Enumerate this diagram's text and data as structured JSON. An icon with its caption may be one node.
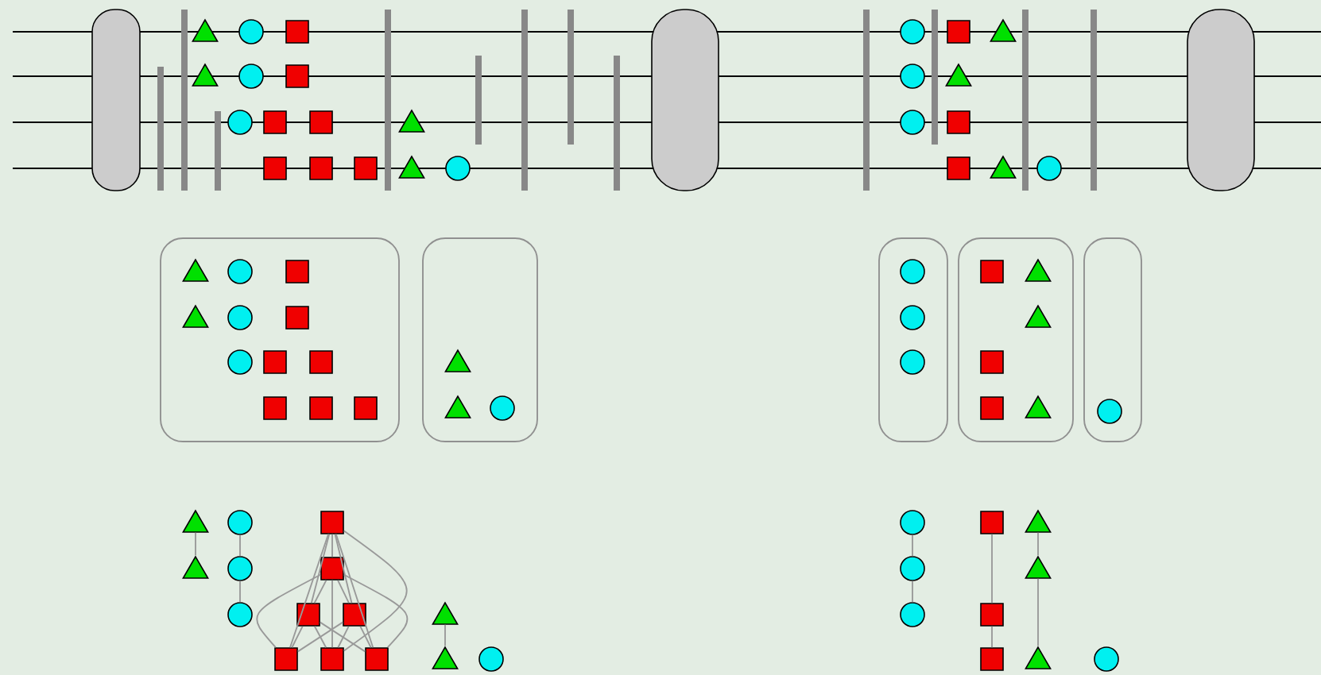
{
  "diagram": {
    "nodes": [
      {
        "text": [],
        "shape": "capsule"
      },
      {
        "text": [],
        "shape": "bar"
      },
      {
        "text": [],
        "shape": "bar"
      },
      {
        "text": [],
        "shape": "bar"
      },
      {
        "text": [],
        "shape": "bar"
      },
      {
        "text": [],
        "shape": "bar"
      },
      {
        "text": [],
        "shape": "bar"
      },
      {
        "text": [],
        "shape": "bar"
      },
      {
        "text": [],
        "shape": "bar"
      },
      {
        "text": [],
        "shape": "capsule"
      },
      {
        "text": [],
        "shape": "bar"
      },
      {
        "text": [],
        "shape": "bar"
      },
      {
        "text": [],
        "shape": "bar"
      },
      {
        "text": [],
        "shape": "bar"
      },
      {
        "text": [],
        "shape": "capsule"
      },
      {
        "text": [],
        "shape": "triangle"
      },
      {
        "text": [],
        "shape": "circle"
      },
      {
        "text": [],
        "shape": "square"
      },
      {
        "text": [],
        "shape": "circle"
      },
      {
        "text": [],
        "shape": "square"
      },
      {
        "text": [],
        "shape": "triangle"
      },
      {
        "text": [],
        "shape": "triangle"
      },
      {
        "text": [],
        "shape": "circle"
      },
      {
        "text": [],
        "shape": "square"
      },
      {
        "text": [],
        "shape": "circle"
      },
      {
        "text": [],
        "shape": "triangle"
      },
      {
        "text": [],
        "shape": "circle"
      },
      {
        "text": [],
        "shape": "square"
      },
      {
        "text": [],
        "shape": "square"
      },
      {
        "text": [],
        "shape": "triangle"
      },
      {
        "text": [],
        "shape": "circle"
      },
      {
        "text": [],
        "shape": "square"
      },
      {
        "text": [],
        "shape": "square"
      },
      {
        "text": [],
        "shape": "square"
      },
      {
        "text": [],
        "shape": "square"
      },
      {
        "text": [],
        "shape": "triangle"
      },
      {
        "text": [],
        "shape": "circle"
      },
      {
        "text": [],
        "shape": "square"
      },
      {
        "text": [],
        "shape": "triangle"
      },
      {
        "text": [],
        "shape": "circle"
      },
      {
        "text": [],
        "shape": "rounded-box"
      },
      {
        "text": [],
        "shape": "triangle",
        "in": 40
      },
      {
        "text": [],
        "shape": "circle",
        "in": 40
      },
      {
        "text": [],
        "shape": "square",
        "in": 40
      },
      {
        "text": [],
        "shape": "triangle",
        "in": 40
      },
      {
        "text": [],
        "shape": "circle",
        "in": 40
      },
      {
        "text": [],
        "shape": "square",
        "in": 40
      },
      {
        "text": [],
        "shape": "circle",
        "in": 40
      },
      {
        "text": [],
        "shape": "square",
        "in": 40
      },
      {
        "text": [],
        "shape": "square",
        "in": 40
      },
      {
        "text": [],
        "shape": "square",
        "in": 40
      },
      {
        "text": [],
        "shape": "square",
        "in": 40
      },
      {
        "text": [],
        "shape": "square",
        "in": 40
      },
      {
        "text": [],
        "shape": "rounded-box"
      },
      {
        "text": [],
        "shape": "triangle",
        "in": 53
      },
      {
        "text": [],
        "shape": "triangle",
        "in": 53
      },
      {
        "text": [],
        "shape": "circle",
        "in": 53
      },
      {
        "text": [],
        "shape": "rounded-box"
      },
      {
        "text": [],
        "shape": "circle",
        "in": 57
      },
      {
        "text": [],
        "shape": "circle",
        "in": 57
      },
      {
        "text": [],
        "shape": "circle",
        "in": 57
      },
      {
        "text": [],
        "shape": "rounded-box"
      },
      {
        "text": [],
        "shape": "square",
        "in": 61
      },
      {
        "text": [],
        "shape": "triangle",
        "in": 61
      },
      {
        "text": [],
        "shape": "triangle",
        "in": 61
      },
      {
        "text": [],
        "shape": "square",
        "in": 61
      },
      {
        "text": [],
        "shape": "square",
        "in": 61
      },
      {
        "text": [],
        "shape": "triangle",
        "in": 61
      },
      {
        "text": [],
        "shape": "rounded-box"
      },
      {
        "text": [],
        "shape": "circle",
        "in": 68
      },
      {
        "text": [],
        "shape": "triangle"
      },
      {
        "text": [],
        "shape": "circle"
      },
      {
        "text": [],
        "shape": "square"
      },
      {
        "text": [],
        "shape": "triangle"
      },
      {
        "text": [],
        "shape": "circle"
      },
      {
        "text": [],
        "shape": "square"
      },
      {
        "text": [],
        "shape": "circle"
      },
      {
        "text": [],
        "shape": "square"
      },
      {
        "text": [],
        "shape": "square"
      },
      {
        "text": [],
        "shape": "triangle"
      },
      {
        "text": [],
        "shape": "square"
      },
      {
        "text": [],
        "shape": "square"
      },
      {
        "text": [],
        "shape": "square"
      },
      {
        "text": [],
        "shape": "triangle"
      },
      {
        "text": [],
        "shape": "circle"
      },
      {
        "text": [],
        "shape": "circle"
      },
      {
        "text": [],
        "shape": "square"
      },
      {
        "text": [],
        "shape": "triangle"
      },
      {
        "text": [],
        "shape": "circle"
      },
      {
        "text": [],
        "shape": "triangle"
      },
      {
        "text": [],
        "shape": "circle"
      },
      {
        "text": [],
        "shape": "square"
      },
      {
        "text": [],
        "shape": "square"
      },
      {
        "text": [],
        "shape": "triangle"
      },
      {
        "text": [],
        "shape": "circle"
      }
    ],
    "edges": [
      {
        "from": 70,
        "to": 73,
        "arrow": "none"
      },
      {
        "from": 71,
        "to": 74,
        "arrow": "none"
      },
      {
        "from": 74,
        "to": 76,
        "arrow": "none"
      },
      {
        "from": 72,
        "to": 75,
        "arrow": "none"
      },
      {
        "from": 72,
        "to": 77,
        "arrow": "none"
      },
      {
        "from": 72,
        "to": 78,
        "arrow": "none"
      },
      {
        "from": 72,
        "to": 80,
        "arrow": "none"
      },
      {
        "from": 72,
        "to": 81,
        "arrow": "none"
      },
      {
        "from": 72,
        "to": 82,
        "arrow": "none"
      },
      {
        "from": 75,
        "to": 77,
        "arrow": "none"
      },
      {
        "from": 75,
        "to": 78,
        "arrow": "none"
      },
      {
        "from": 75,
        "to": 80,
        "arrow": "none"
      },
      {
        "from": 75,
        "to": 81,
        "arrow": "none"
      },
      {
        "from": 75,
        "to": 82,
        "arrow": "none"
      },
      {
        "from": 77,
        "to": 80,
        "arrow": "none"
      },
      {
        "from": 77,
        "to": 81,
        "arrow": "none"
      },
      {
        "from": 77,
        "to": 82,
        "arrow": "none"
      },
      {
        "from": 78,
        "to": 80,
        "arrow": "none"
      },
      {
        "from": 78,
        "to": 81,
        "arrow": "none"
      },
      {
        "from": 78,
        "to": 82,
        "arrow": "none"
      },
      {
        "from": 79,
        "to": 83,
        "arrow": "none"
      },
      {
        "from": 85,
        "to": 88,
        "arrow": "none"
      },
      {
        "from": 88,
        "to": 90,
        "arrow": "none"
      },
      {
        "from": 86,
        "to": 91,
        "arrow": "none"
      },
      {
        "from": 91,
        "to": 92,
        "arrow": "none"
      },
      {
        "from": 87,
        "to": 89,
        "arrow": "none"
      },
      {
        "from": 89,
        "to": 93,
        "arrow": "none"
      }
    ]
  }
}
